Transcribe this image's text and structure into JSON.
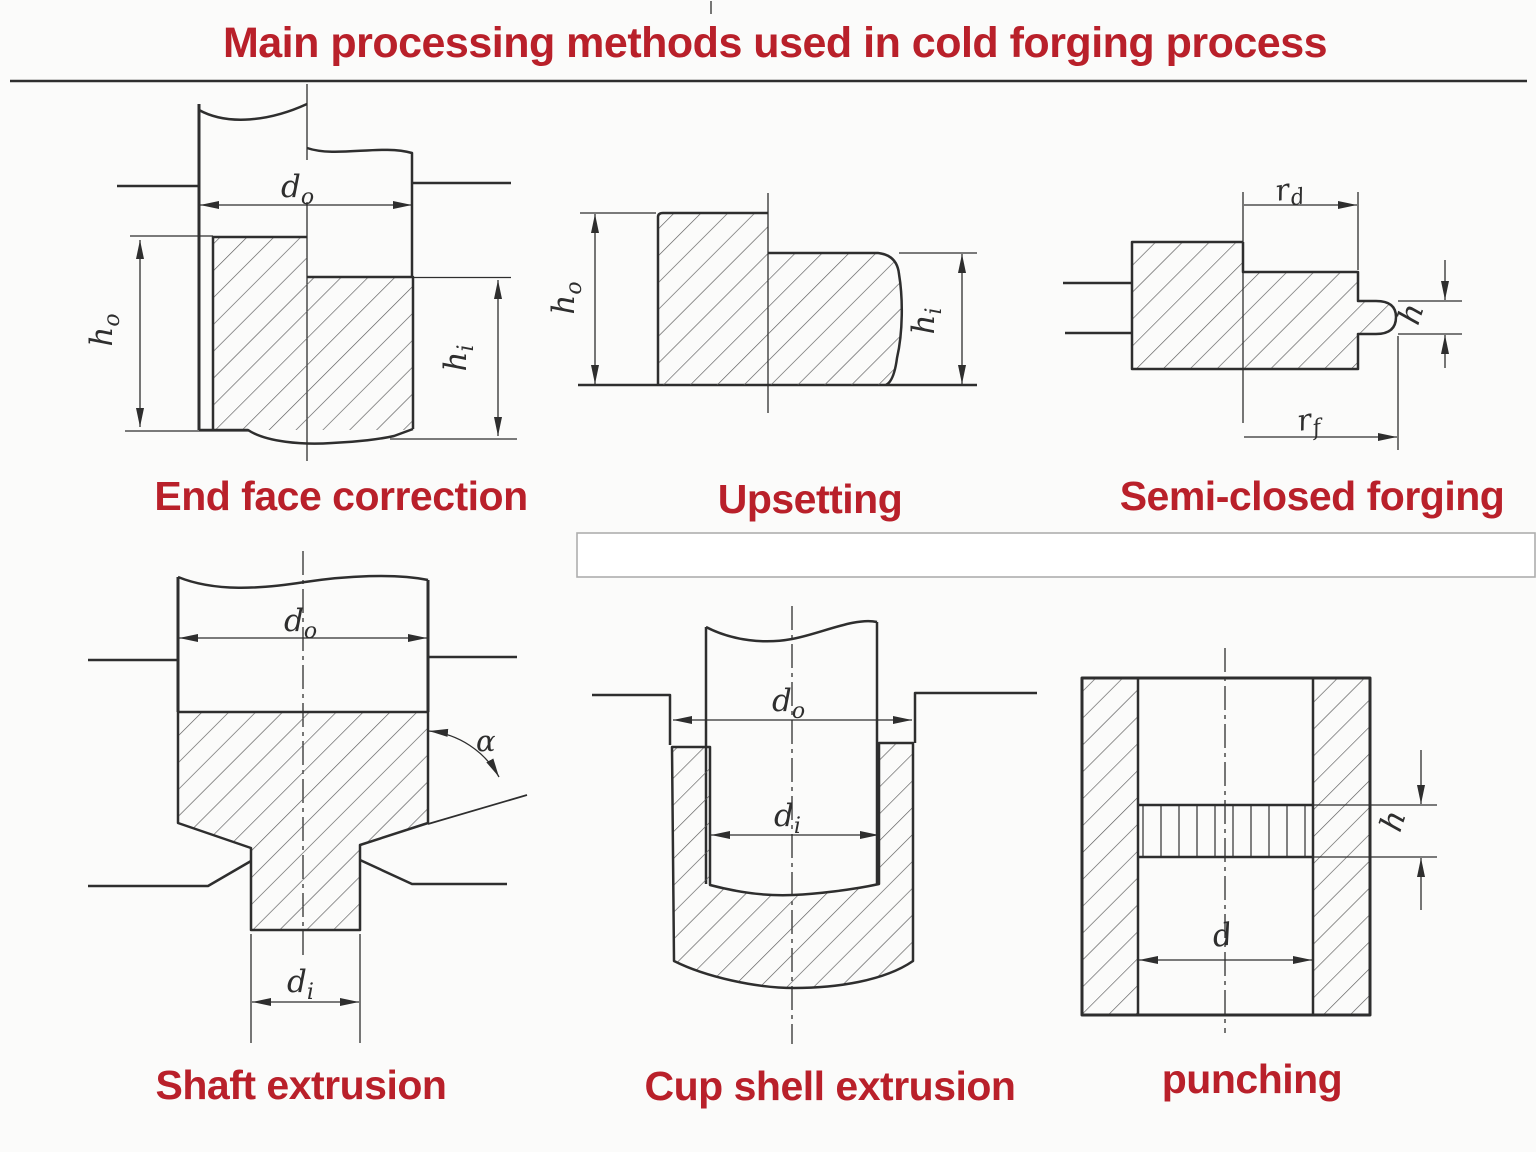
{
  "title": "Main processing methods used in cold forging process",
  "colors": {
    "accent_red": "#b9202a",
    "ink": "#2e2e2e",
    "hatch_line": "#5a5a5a"
  },
  "figures": {
    "end_face_correction": {
      "caption": "End face correction",
      "dims": {
        "d0": {
          "main": "d",
          "sub": "o"
        },
        "h0": {
          "main": "h",
          "sub": "o"
        },
        "hi": {
          "main": "h",
          "sub": "i"
        }
      }
    },
    "upsetting": {
      "caption": "Upsetting",
      "dims": {
        "h0": {
          "main": "h",
          "sub": "o"
        },
        "hi": {
          "main": "h",
          "sub": "i"
        }
      }
    },
    "semi_closed_forging": {
      "caption": "Semi-closed forging",
      "dims": {
        "rd": {
          "main": "r",
          "sub": "d"
        },
        "h": {
          "main": "h",
          "sub": ""
        },
        "rf": {
          "main": "r",
          "sub": "f"
        }
      }
    },
    "shaft_extrusion": {
      "caption": "Shaft extrusion",
      "dims": {
        "d0": {
          "main": "d",
          "sub": "o"
        },
        "alpha": {
          "main": "α",
          "sub": ""
        },
        "di": {
          "main": "d",
          "sub": "i"
        }
      }
    },
    "cup_shell_extrusion": {
      "caption": "Cup shell extrusion",
      "dims": {
        "d0": {
          "main": "d",
          "sub": "o"
        },
        "di": {
          "main": "d",
          "sub": "i"
        }
      }
    },
    "punching": {
      "caption": "punching",
      "dims": {
        "h": {
          "main": "h",
          "sub": ""
        },
        "d": {
          "main": "d",
          "sub": ""
        }
      }
    }
  }
}
